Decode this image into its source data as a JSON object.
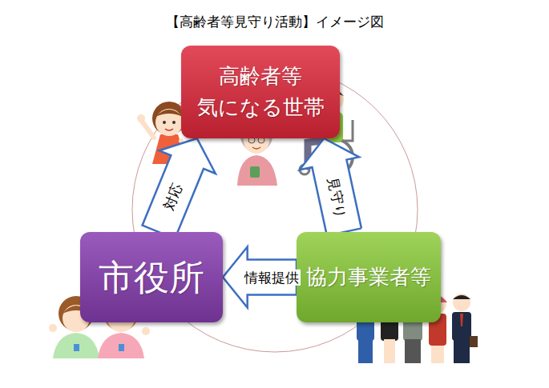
{
  "diagram": {
    "title": "【高齢者等見守り活動】イメージ図",
    "nodes": [
      {
        "text": [
          "高齢者等 気になる世帯"
        ]
      },
      {
        "text": [
          "市役所"
        ]
      },
      {
        "text": [
          "協力事業者等"
        ]
      }
    ],
    "edges": [
      {
        "from": 2,
        "to": 0,
        "arrow": "to",
        "label": "見守り"
      },
      {
        "from": 2,
        "to": 1,
        "arrow": "to",
        "label": "情報提供"
      },
      {
        "from": 1,
        "to": 0,
        "arrow": "to",
        "label": "対応"
      }
    ]
  }
}
